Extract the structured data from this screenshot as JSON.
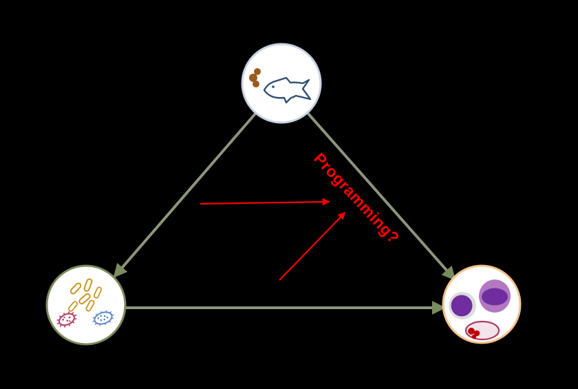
{
  "background_color": "#000000",
  "annotation": {
    "label": "Programming?",
    "color": "#FF0000",
    "rotation_deg": 47
  },
  "arrows": {
    "line_color": "#8D967D",
    "head_color": "#7C8C61",
    "red_color": "#FF0000",
    "connections": [
      {
        "from": "diet-node",
        "to": "microbiota-node",
        "style": "olive"
      },
      {
        "from": "diet-node",
        "to": "immune-cells-node",
        "style": "olive"
      },
      {
        "from": "microbiota-node",
        "to": "immune-cells-node",
        "style": "olive"
      },
      {
        "from": "diet-microbiota-edge",
        "to": "programming-label",
        "style": "red"
      },
      {
        "from": "microbiota-immune-edge",
        "to": "programming-label",
        "style": "red"
      }
    ]
  },
  "nodes": {
    "diet": {
      "icons": [
        "fish-icon",
        "feed-pellets-icon"
      ],
      "border_color": "#C8D2E2",
      "fill": "#FFFFFF"
    },
    "microbiota": {
      "icons": [
        "rod-bacteria-icon",
        "spiky-bacterium-icon",
        "ciliated-bacterium-icon"
      ],
      "border_color": "#7C8A5C",
      "fill": "#FFFFFF"
    },
    "immune": {
      "icons": [
        "lymphocyte-icon",
        "monocyte-icon",
        "granulocyte-icon"
      ],
      "border_color": "#F5C28E",
      "fill": "#FFFFFF"
    }
  },
  "icon_colors": {
    "fish_outline": "#30506F",
    "pellet_brown": "#9C5A1C",
    "rod_gold": "#C8961E",
    "spiky_magenta": "#B4496E",
    "ciliated_blue": "#5B87C5",
    "cell_gray": "#DCDCDC",
    "nucleus_purple": "#6F2DA0",
    "cell_light_purple": "#B279C2",
    "granulocyte_fill": "#F5E3EC",
    "granulocyte_border": "#AD3A60",
    "granule_red": "#C00000"
  }
}
